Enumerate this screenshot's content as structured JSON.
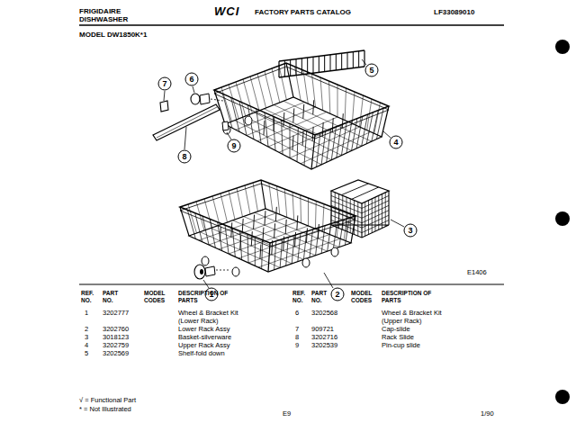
{
  "diagram": {
    "title": "FACTORY PARTS CATALOG",
    "labels": [
      "FRIGIDAIRE",
      "DISHWASHER",
      "WCI",
      "LF33089010",
      "MODEL DW1850K*1",
      "7",
      "6",
      "5",
      "4",
      "8",
      "9",
      "3",
      "1",
      "2",
      "E1406",
      "REF. NO.",
      "PART NO.",
      "MODEL CODES",
      "DESCRIPTION OF PARTS",
      "REF. NO.",
      "PART NO.",
      "MODEL CODES",
      "DESCRIPTION OF PARTS",
      "1",
      "3202777",
      "Wheel & Bracket Kit (Lower Rack)",
      "2",
      "3202760",
      "Lower Rack Assy",
      "3",
      "3018123",
      "Basket-silverware",
      "4",
      "3202759",
      "Upper Rack Assy",
      "5",
      "3202569",
      "Shelf-fold down",
      "6",
      "3202568",
      "Wheel & Bracket Kit (Upper Rack)",
      "7",
      "909721",
      "Cap-slide",
      "8",
      "3202716",
      "Rack Slide",
      "9",
      "3202539",
      "Pin-cup slide",
      "√ = Functional Part",
      "* = Not Illustrated",
      "E9",
      "1/90"
    ]
  }
}
